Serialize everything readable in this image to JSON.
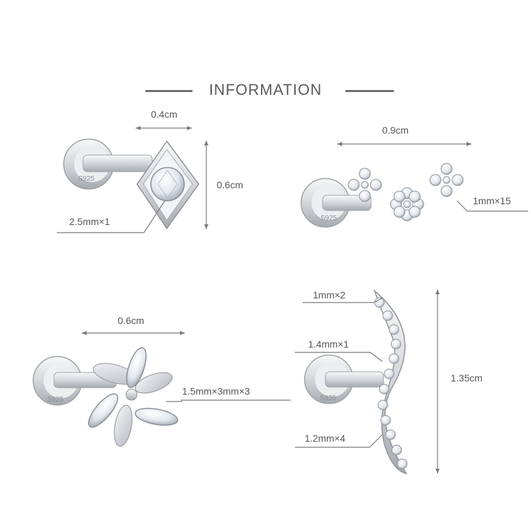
{
  "header": {
    "title": "INFORMATION"
  },
  "stamp": "S925",
  "items": [
    {
      "name": "diamond-stud",
      "width": "0.4cm",
      "height": "0.6cm",
      "stone": "2.5mm×1"
    },
    {
      "name": "flower-cluster-stud",
      "width": "0.9cm",
      "stone": "1mm×15"
    },
    {
      "name": "marquise-flower-stud",
      "width": "0.6cm",
      "stone": "1.5mm×3mm×3"
    },
    {
      "name": "wave-bar-stud",
      "height": "1.35cm",
      "stones": [
        "1mm×2",
        "1.4mm×1",
        "1.2mm×4"
      ]
    }
  ],
  "colors": {
    "metal": "#d9dbde",
    "metal_dark": "#9a9ea4",
    "stone": "#eef2f6",
    "line": "#777777",
    "text": "#555555"
  }
}
